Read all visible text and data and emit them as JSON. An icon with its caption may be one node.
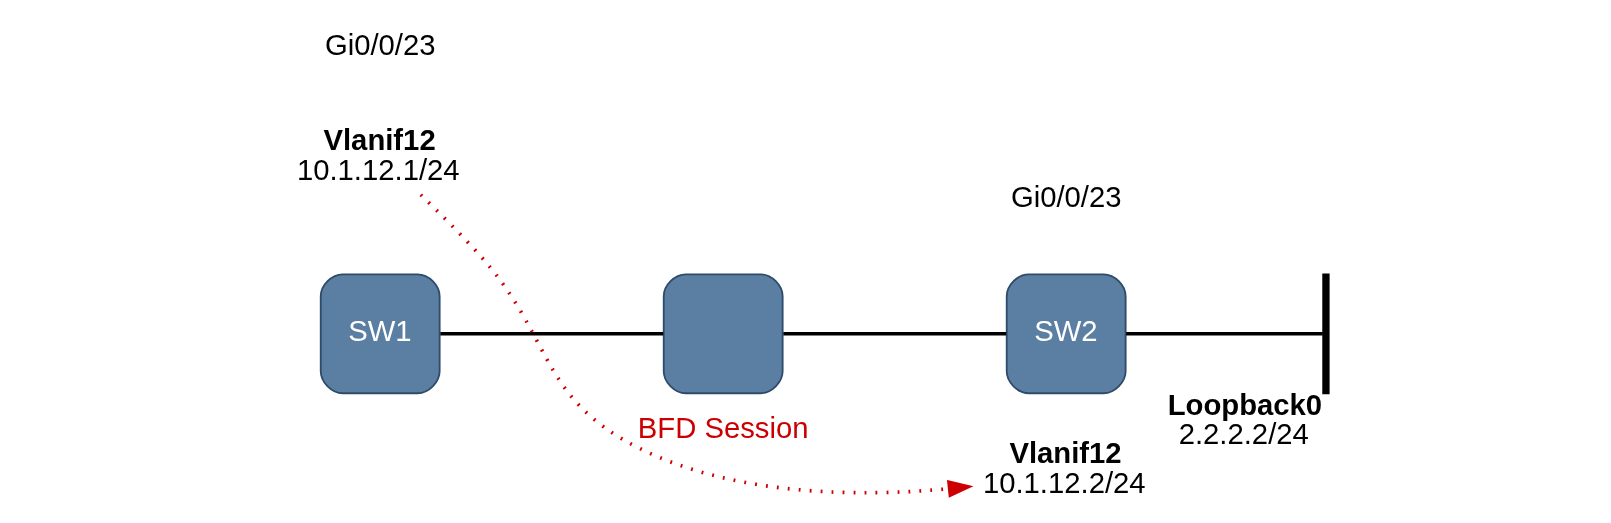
{
  "diagram": {
    "nodes": [
      {
        "text": [
          "SW1"
        ]
      },
      {
        "text": [
          "Vlanif12",
          "10.1.12.1/24"
        ]
      },
      {
        "text": [],
        "shape": "box"
      },
      {
        "text": [
          "SW2"
        ]
      },
      {
        "text": [
          "Vlanif12",
          "10.1.12.2/24"
        ]
      },
      {
        "text": [],
        "shape": "bar",
        "beside": [
          "Loopback0",
          "2.2.2.2/24"
        ]
      }
    ],
    "edges": [
      {
        "from": 0,
        "to": 2,
        "arrow": "none"
      },
      {
        "from": 2,
        "to": 3,
        "arrow": "none"
      },
      {
        "from": 3,
        "to": 5,
        "arrow": "none"
      },
      {
        "from": 1,
        "to": 4,
        "arrow": "to",
        "label": "BFD Session",
        "style": "dashed",
        "color": "#cc0000"
      }
    ],
    "labels": [
      "Gi0/0/23",
      "Gi0/0/23"
    ]
  }
}
